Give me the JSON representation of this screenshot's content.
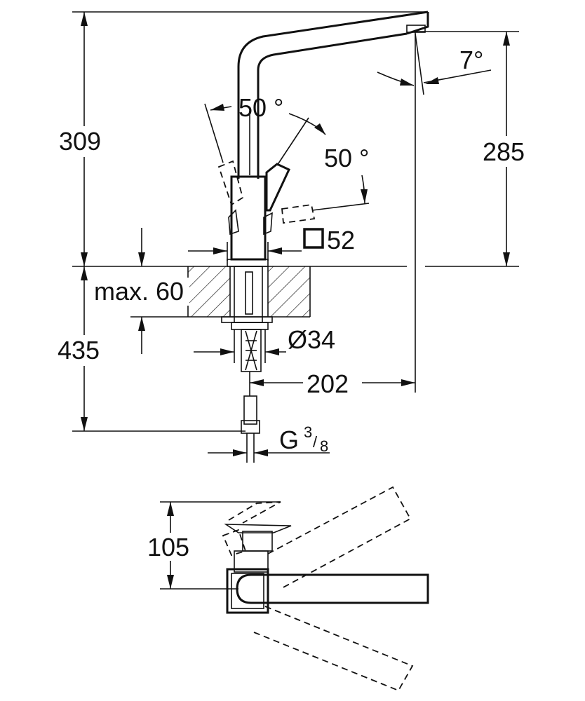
{
  "drawing": {
    "dimensions": {
      "total_height": "309",
      "spout_height": "285",
      "spout_angle": "7°",
      "lever_angle_left": "50 °",
      "lever_angle_right": "50 °",
      "base_square": "52",
      "max_deck_thickness": "max. 60",
      "below_deck_length": "435",
      "hole_diameter": "Ø34",
      "spout_reach": "202",
      "connection_thread_g": "G",
      "connection_thread_num": "3",
      "connection_thread_den": "8",
      "plan_depth": "105"
    }
  }
}
